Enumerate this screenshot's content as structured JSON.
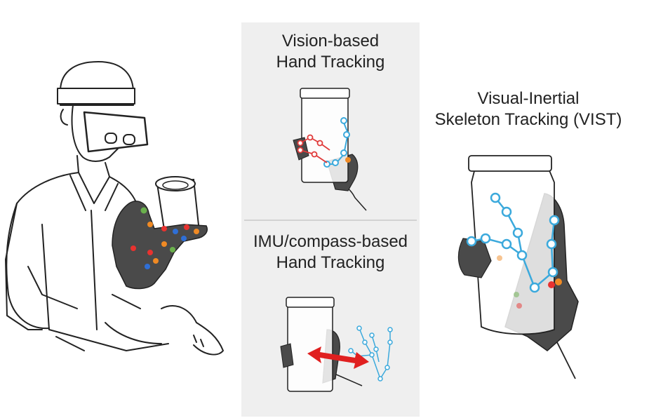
{
  "panels": {
    "vision": {
      "line1": "Vision-based",
      "line2": "Hand Tracking"
    },
    "imu": {
      "line1": "IMU/compass-based",
      "line2": "Hand Tracking"
    },
    "vist": {
      "line1": "Visual-Inertial",
      "line2": "Skeleton Tracking (VIST)"
    }
  },
  "colors": {
    "glove": "#4a4a4a",
    "cyan_skeleton": "#3ba9dc",
    "red_skeleton": "#e03a3a",
    "arrow": "#e02020",
    "panel_bg": "#efefef",
    "marker_green": "#6ab04c",
    "marker_orange": "#f08a24",
    "marker_red": "#e8322f",
    "marker_blue": "#2f6fd6"
  },
  "icons": [
    "user-with-headset-illustration",
    "cup-in-hand-icon",
    "double-arrow-icon"
  ]
}
